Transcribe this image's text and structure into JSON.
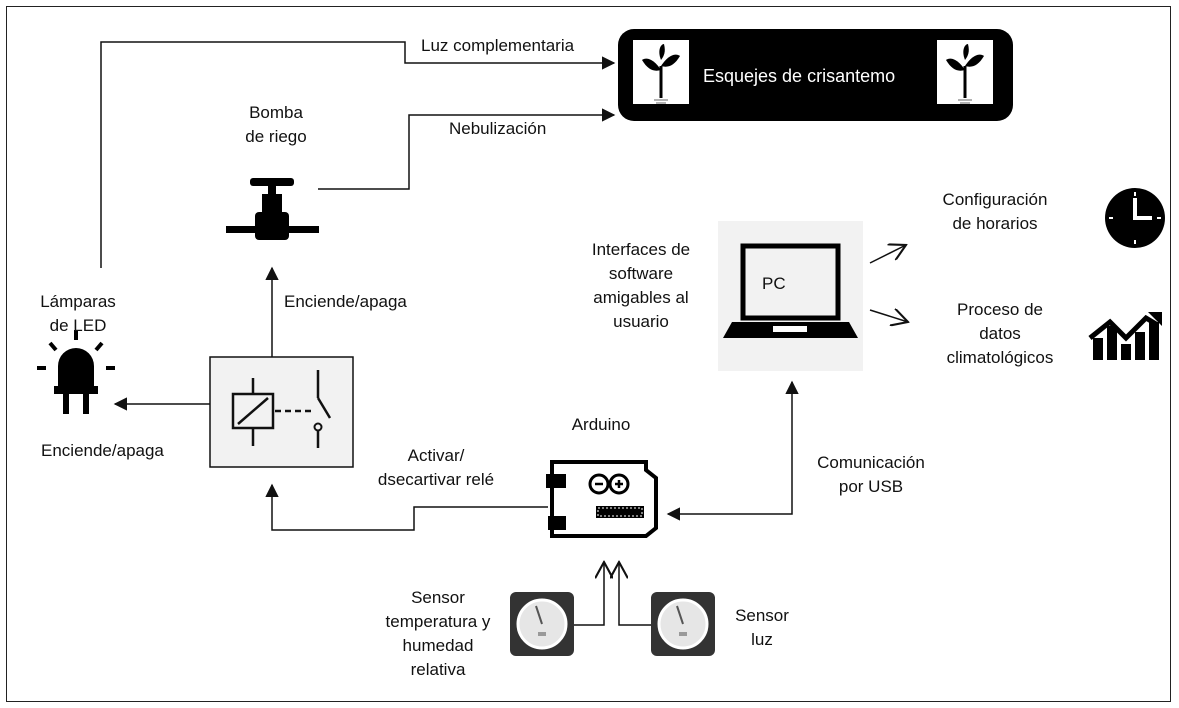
{
  "labels": {
    "luz_complementaria": "Luz complementaria",
    "nebulizacion": "Nebulización",
    "esquejes": "Esquejes de crisantemo",
    "bomba": "Bomba\nde riego",
    "lamparas": "Lámparas\nde LED",
    "enciende_bomba": "Enciende/apaga",
    "enciende_led": "Enciende/apaga",
    "activar": "Activar/\ndsecartivar relé",
    "arduino": "Arduino",
    "interfaces": "Interfaces de\nsoftware\namigables al\nusuario",
    "pc": "PC",
    "configuracion": "Configuración\nde horarios",
    "proceso": "Proceso de\ndatos\nclimatológicos",
    "comunicacion": "Comunicación\npor USB",
    "sensor_temp": "Sensor\ntemperatura y\nhumedad\nrelativa",
    "sensor_luz": "Sensor\nluz"
  },
  "icons": {
    "plant": "plant-icon",
    "valve": "valve-icon",
    "led": "led-icon",
    "relay": "relay-icon",
    "arduino": "arduino-board-icon",
    "laptop": "laptop-icon",
    "clock": "clock-icon",
    "chart": "trend-chart-icon",
    "gauge": "gauge-icon"
  },
  "colors": {
    "ink": "#111111",
    "box_fill": "#000000",
    "panel_fill": "#f2f2f2"
  }
}
